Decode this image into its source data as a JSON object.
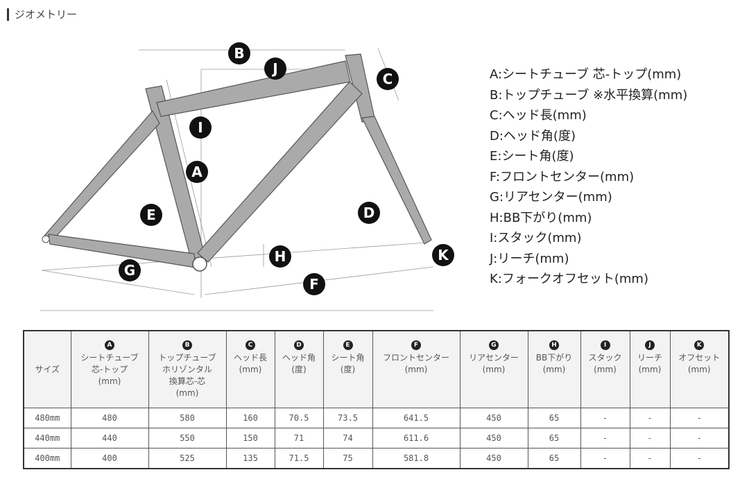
{
  "title": "ジオメトリー",
  "legend": [
    "A:シートチューブ 芯-トップ(mm)",
    "B:トップチューブ ※水平換算(mm)",
    "C:ヘッド長(mm)",
    "D:ヘッド角(度)",
    "E:シート角(度)",
    "F:フロントセンター(mm)",
    "G:リアセンター(mm)",
    "H:BB下がり(mm)",
    "I:スタック(mm)",
    "J:リーチ(mm)",
    "K:フォークオフセット(mm)"
  ],
  "diagram_labels": [
    "A",
    "B",
    "C",
    "D",
    "E",
    "F",
    "G",
    "H",
    "I",
    "J",
    "K"
  ],
  "table": {
    "size_header": "サイズ",
    "columns": [
      {
        "badge": "A",
        "label": "シートチューブ\n芯-トップ\n(mm)"
      },
      {
        "badge": "B",
        "label": "トップチューブ\nホリゾンタル\n換算芯-芯\n(mm)"
      },
      {
        "badge": "C",
        "label": "ヘッド長\n(mm)"
      },
      {
        "badge": "D",
        "label": "ヘッド角\n(度)"
      },
      {
        "badge": "E",
        "label": "シート角\n(度)"
      },
      {
        "badge": "F",
        "label": "フロントセンター\n(mm)"
      },
      {
        "badge": "G",
        "label": "リアセンター\n(mm)"
      },
      {
        "badge": "H",
        "label": "BB下がり\n(mm)"
      },
      {
        "badge": "I",
        "label": "スタック\n(mm)"
      },
      {
        "badge": "J",
        "label": "リーチ\n(mm)"
      },
      {
        "badge": "K",
        "label": "オフセット\n(mm)"
      }
    ],
    "rows": [
      [
        "480mm",
        "480",
        "580",
        "160",
        "70.5",
        "73.5",
        "641.5",
        "450",
        "65",
        "-",
        "-",
        "-"
      ],
      [
        "440mm",
        "440",
        "550",
        "150",
        "71",
        "74",
        "611.6",
        "450",
        "65",
        "-",
        "-",
        "-"
      ],
      [
        "400mm",
        "400",
        "525",
        "135",
        "71.5",
        "75",
        "581.8",
        "450",
        "65",
        "-",
        "-",
        "-"
      ]
    ]
  }
}
